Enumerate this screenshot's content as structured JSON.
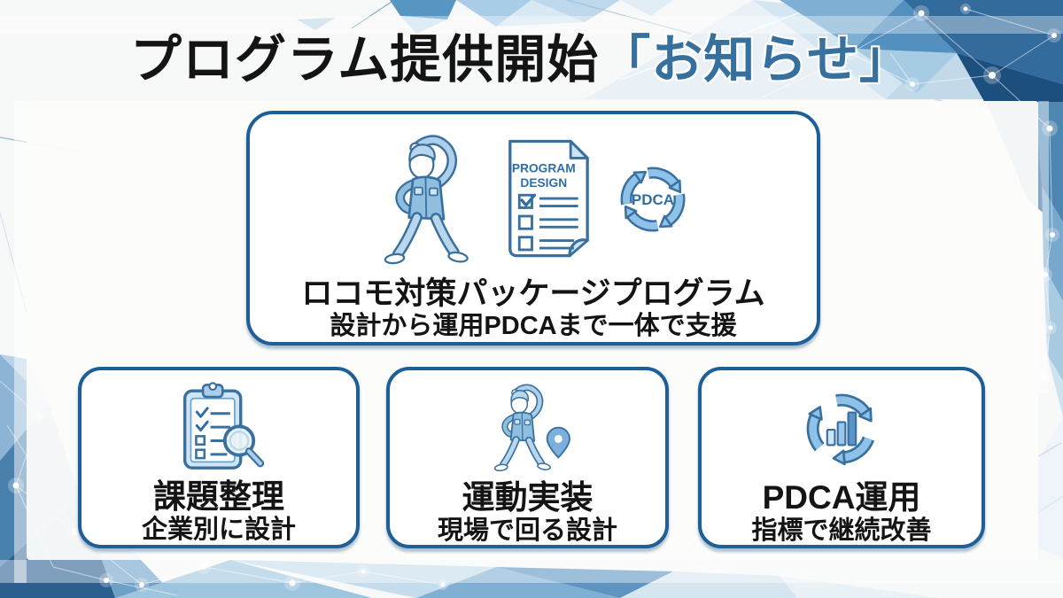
{
  "title": {
    "main": "プログラム提供開始",
    "highlight": "「お知らせ」"
  },
  "main_card": {
    "document_label": {
      "line1": "PROGRAM",
      "line2": "DESIGN"
    },
    "pdca_label": "PDCA",
    "heading": "ロコモ対策パッケージプログラム",
    "subheading": "設計から運用PDCAまで一体で支援"
  },
  "feature_cards": [
    {
      "title": "課題整理",
      "subtitle": "企業別に設計",
      "icon": "clipboard-magnifier-icon"
    },
    {
      "title": "運動実装",
      "subtitle": "現場で回る設計",
      "icon": "stretching-worker-pin-icon"
    },
    {
      "title": "PDCA運用",
      "subtitle": "指標で継続改善",
      "icon": "pdca-cycle-chart-icon"
    }
  ],
  "colors": {
    "accent_blue": "#2f6ea8",
    "border_blue": "#1f5f98",
    "highlight_text_blue": "#35709f",
    "illustration_fill_light": "#b9d6ec",
    "illustration_fill_mid": "#8fbede",
    "title_black": "#141414"
  }
}
